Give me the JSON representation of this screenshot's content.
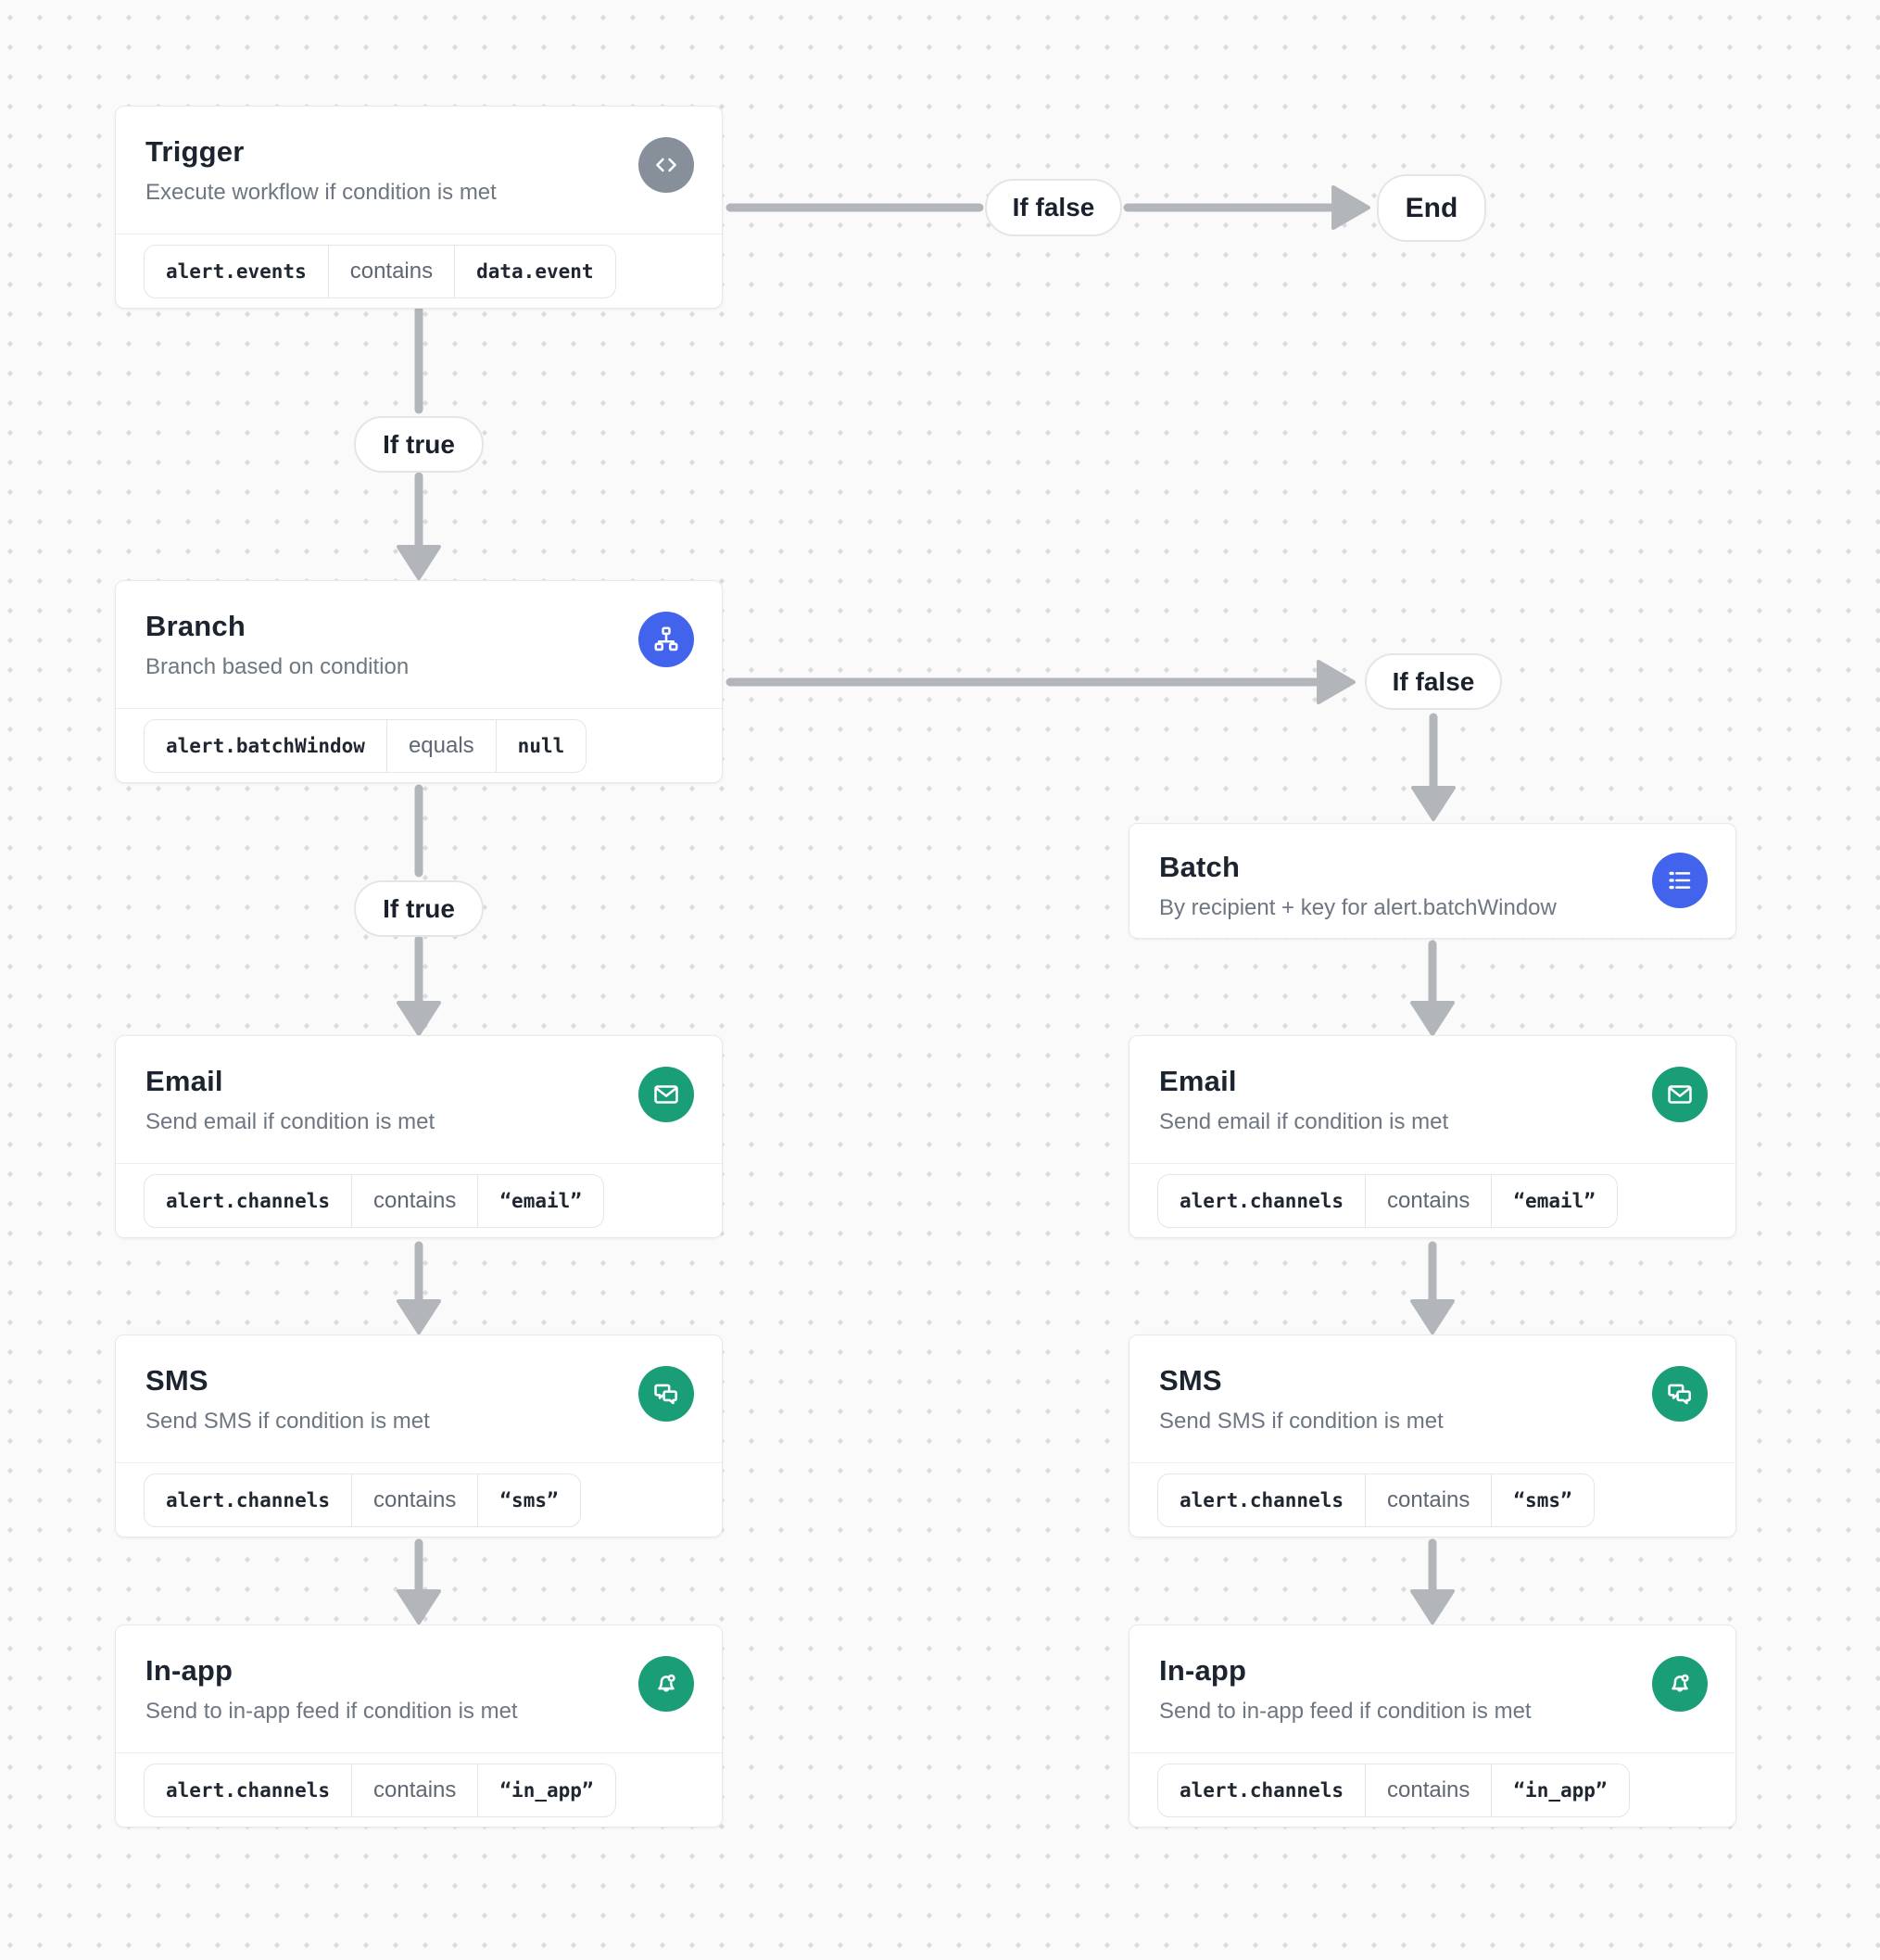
{
  "canvas": {
    "background": "#fafafa",
    "dot_color": "#dadbde",
    "arrow_color": "#b2b5ba"
  },
  "colors": {
    "trigger_icon_bg": "#878f9b",
    "branch_icon_bg": "#4263eb",
    "batch_icon_bg": "#4263eb",
    "channel_icon_bg": "#1a9e77"
  },
  "edge_labels": {
    "if_true": "If true",
    "if_false": "If false"
  },
  "end_label": "End",
  "nodes": [
    {
      "id": "trigger",
      "title": "Trigger",
      "subtitle": "Execute workflow if condition is met",
      "icon": "code-icon",
      "condition": {
        "field": "alert.events",
        "operator": "contains",
        "value": "data.event"
      }
    },
    {
      "id": "branch",
      "title": "Branch",
      "subtitle": "Branch based on condition",
      "icon": "sitemap-icon",
      "condition": {
        "field": "alert.batchWindow",
        "operator": "equals",
        "value": "null"
      }
    },
    {
      "id": "email-left",
      "title": "Email",
      "subtitle": "Send email if condition is met",
      "icon": "envelope-icon",
      "condition": {
        "field": "alert.channels",
        "operator": "contains",
        "value": "“email”"
      }
    },
    {
      "id": "sms-left",
      "title": "SMS",
      "subtitle": "Send SMS if condition is met",
      "icon": "chat-bubbles-icon",
      "condition": {
        "field": "alert.channels",
        "operator": "contains",
        "value": "“sms”"
      }
    },
    {
      "id": "in-app-left",
      "title": "In-app",
      "subtitle": "Send to in-app feed if condition is met",
      "icon": "bell-dot-icon",
      "condition": {
        "field": "alert.channels",
        "operator": "contains",
        "value": "“in_app”"
      }
    },
    {
      "id": "batch",
      "title": "Batch",
      "subtitle": "By recipient + key for alert.batchWindow",
      "icon": "list-icon",
      "condition": null
    },
    {
      "id": "email-right",
      "title": "Email",
      "subtitle": "Send email if condition is met",
      "icon": "envelope-icon",
      "condition": {
        "field": "alert.channels",
        "operator": "contains",
        "value": "“email”"
      }
    },
    {
      "id": "sms-right",
      "title": "SMS",
      "subtitle": "Send SMS if condition is met",
      "icon": "chat-bubbles-icon",
      "condition": {
        "field": "alert.channels",
        "operator": "contains",
        "value": "“sms”"
      }
    },
    {
      "id": "in-app-right",
      "title": "In-app",
      "subtitle": "Send to in-app feed if condition is met",
      "icon": "bell-dot-icon",
      "condition": {
        "field": "alert.channels",
        "operator": "contains",
        "value": "“in_app”"
      }
    }
  ]
}
